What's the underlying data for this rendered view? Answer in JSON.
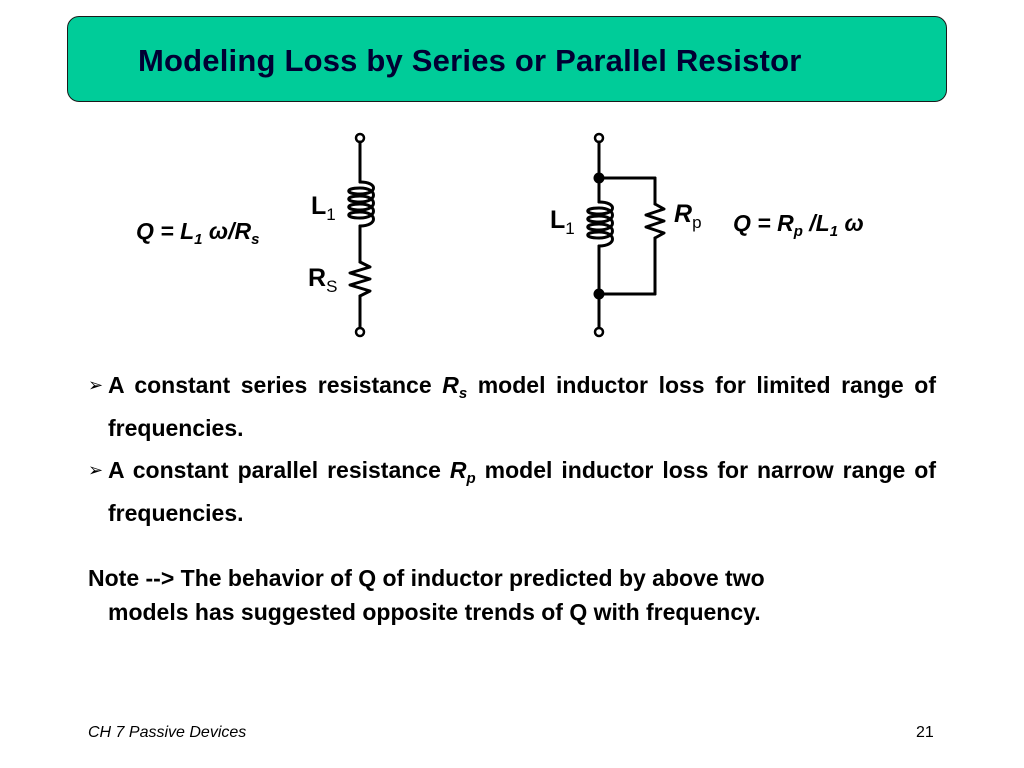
{
  "title": "Modeling Loss by Series or Parallel Resistor",
  "series_model": {
    "formula_q": "Q = L",
    "formula_sub1": "1",
    "formula_mid": " ω/R",
    "formula_sub2": "s",
    "inductor_label": "L",
    "inductor_sub": "1",
    "resistor_label": "R",
    "resistor_sub": "S"
  },
  "parallel_model": {
    "formula_q": "Q = R",
    "formula_sub1": "p",
    "formula_mid": " /L",
    "formula_sub2": "1",
    "formula_end": " ω",
    "inductor_label": "L",
    "inductor_sub": "1",
    "resistor_label": "R",
    "resistor_sub": "p"
  },
  "bullets": [
    {
      "arrow": "➢",
      "text_a": "A constant series resistance ",
      "var": "R",
      "var_sub": "s",
      "text_b": " model inductor loss for limited range of frequencies."
    },
    {
      "arrow": "➢",
      "text_a": "A constant parallel resistance ",
      "var": "R",
      "var_sub": "p",
      "text_b": " model inductor loss for narrow range of frequencies."
    }
  ],
  "note": {
    "line1": "Note --> The behavior of Q of inductor predicted by above two",
    "line2": "models has suggested opposite trends of Q with frequency."
  },
  "footer": {
    "chapter": "CH 7 Passive Devices",
    "page_number": "21"
  }
}
